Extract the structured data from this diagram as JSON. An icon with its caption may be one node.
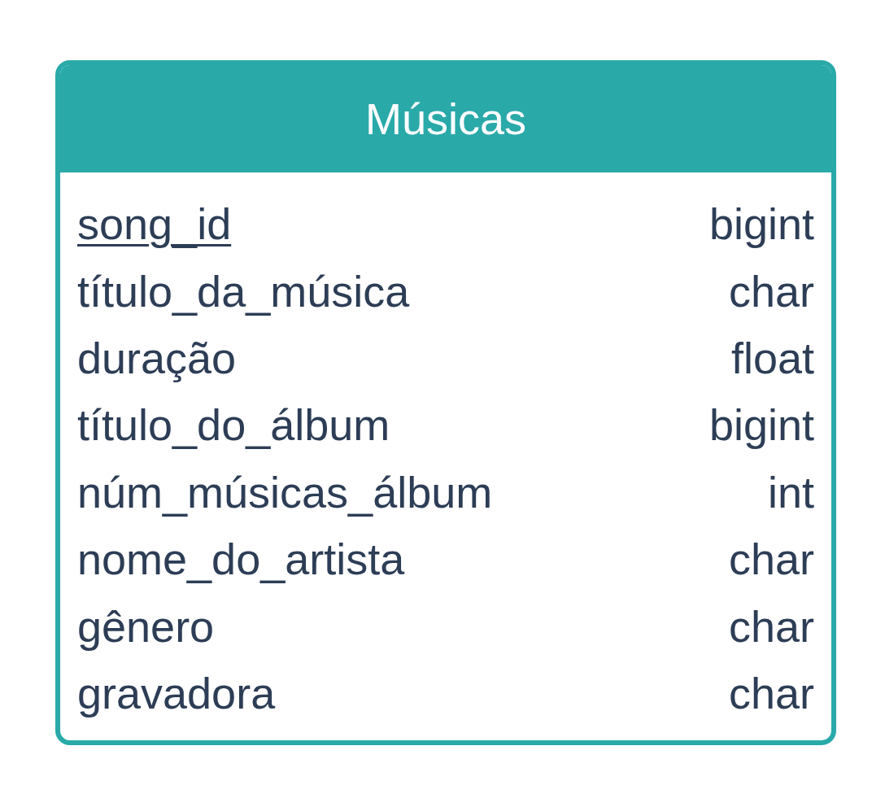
{
  "diagram": {
    "nodes": [
      {
        "text": [
          "Músicas",
          "song_id",
          "bigint",
          "título_da_música",
          "char",
          "duração",
          "float",
          "título_do_álbum",
          "bigint",
          "núm_músicas_álbum",
          "int",
          "nome_do_artista",
          "char",
          "gênero",
          "char",
          "gravadora",
          "char"
        ]
      }
    ]
  }
}
